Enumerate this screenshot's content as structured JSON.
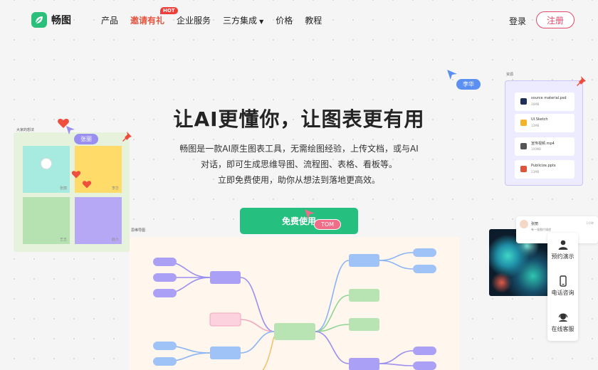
{
  "brand": {
    "name": "畅图",
    "accent": "#25c080"
  },
  "nav": {
    "items": [
      {
        "label": "产品"
      },
      {
        "label": "邀请有礼",
        "badge": "HOT"
      },
      {
        "label": "企业服务"
      },
      {
        "label": "三方集成"
      },
      {
        "label": "价格"
      },
      {
        "label": "教程"
      }
    ],
    "login": "登录",
    "register": "注册"
  },
  "hero": {
    "title": "让AI更懂你，让图表更有用",
    "desc_line1": "畅图是一款AI原生图表工具，无需绘图经验，上传文档，或与AI",
    "desc_line2": "对话，即可生成思维导图、流程图、表格、看板等。",
    "desc_line3": "立即免费使用，助你从想法到落地更高效。",
    "cta": "免费使用"
  },
  "cursors": {
    "zhangli": "张丽",
    "lihua": "李华",
    "tom": "TOM"
  },
  "board": {
    "label": "大家的想法",
    "stickies": [
      {
        "name": "张丽",
        "color": "#a7ebe0"
      },
      {
        "name": "李华",
        "color": "#ffdc69"
      },
      {
        "name": "王五",
        "color": "#b6e2b1"
      },
      {
        "name": "赵六",
        "color": "#b6a8f5"
      }
    ]
  },
  "files": {
    "label": "资源",
    "items": [
      {
        "name": "source material.psd",
        "size": "36MB",
        "color": "#1f2f5a"
      },
      {
        "name": "UI.Sketch",
        "size": "12MB",
        "color": "#f5b32b"
      },
      {
        "name": "宣传视频.mp4",
        "size": "100MB",
        "color": "#555555"
      },
      {
        "name": "Publicize.pptx",
        "size": "23MB",
        "color": "#e0543a"
      }
    ]
  },
  "mindmap": {
    "label": "思维导图"
  },
  "chat": {
    "name": "张丽",
    "message": "有一张图片描述",
    "time": "1分钟"
  },
  "side": {
    "items": [
      {
        "label": "预约演示",
        "icon": "person-icon"
      },
      {
        "label": "电话咨询",
        "icon": "phone-icon"
      },
      {
        "label": "在线客服",
        "icon": "headset-icon"
      }
    ]
  }
}
